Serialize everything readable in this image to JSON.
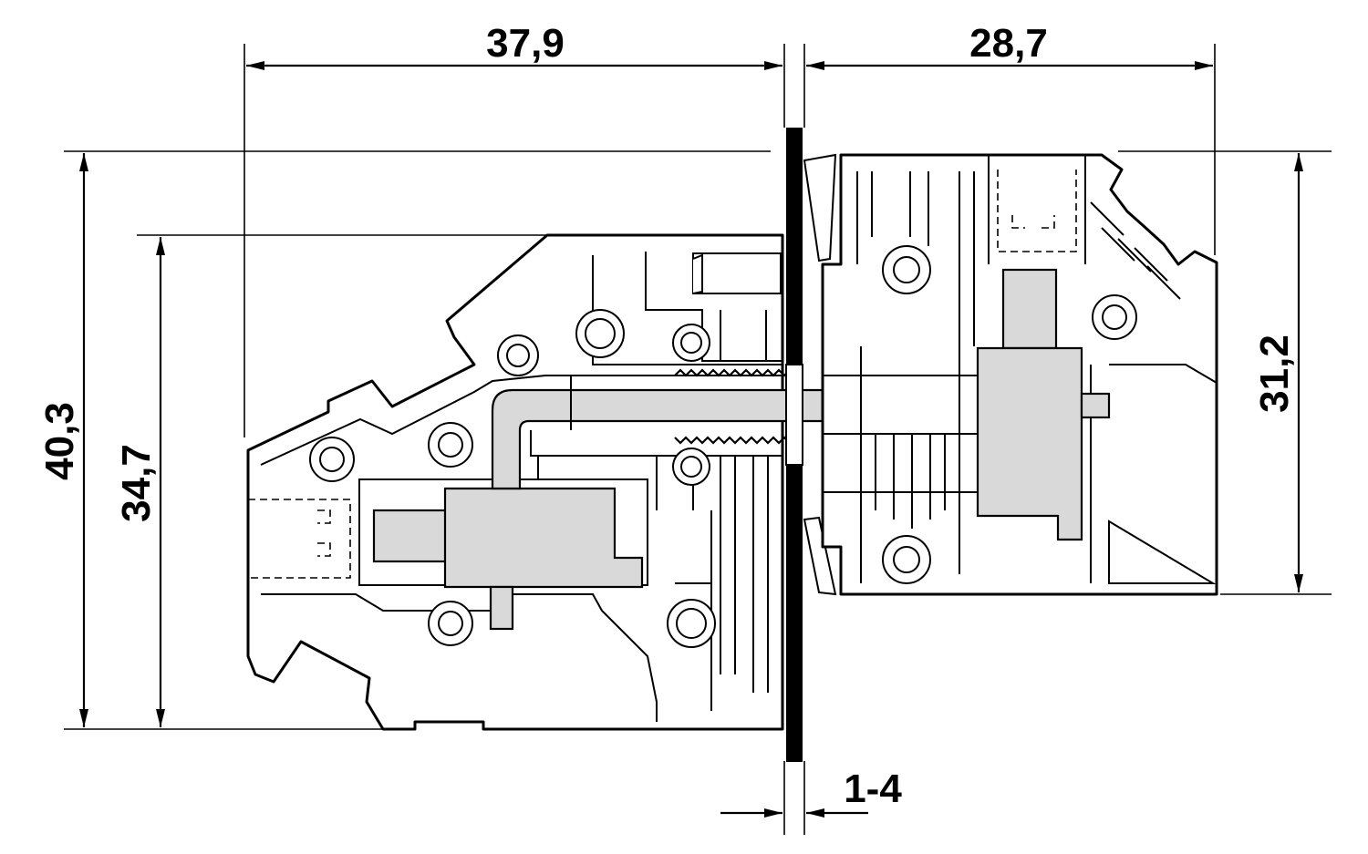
{
  "drawing": {
    "dimensions": {
      "left_width": "37,9",
      "right_width": "28,7",
      "total_height": "40,3",
      "left_height": "34,7",
      "right_height": "31,2",
      "panel_thickness": "1-4"
    }
  }
}
